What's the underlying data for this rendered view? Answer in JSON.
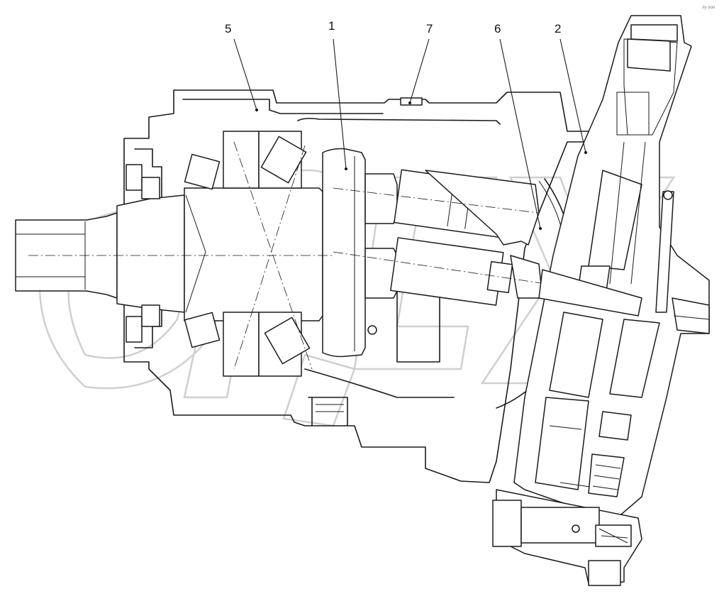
{
  "diagram": {
    "part_labels": [
      "5",
      "1",
      "7",
      "6",
      "2"
    ],
    "corner_mark": "лу ооо",
    "watermark_text": "OPEX"
  }
}
